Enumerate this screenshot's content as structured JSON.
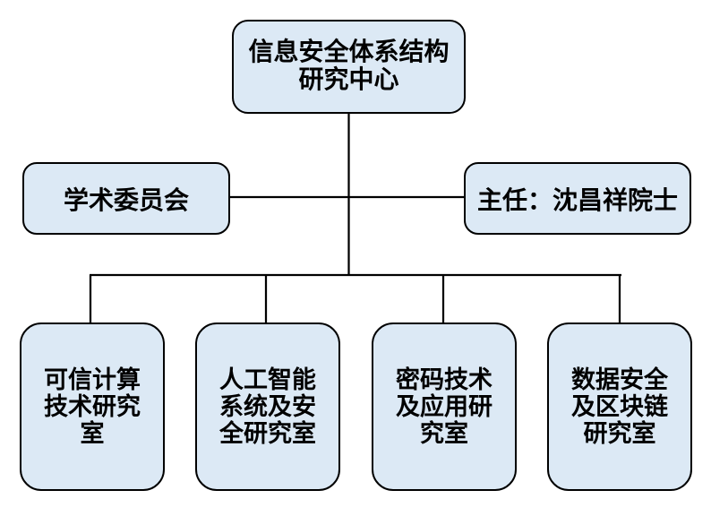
{
  "diagram": {
    "type": "org-chart",
    "root": {
      "label": "信息安全体系结构研究中心"
    },
    "committee": {
      "label": "学术委员会"
    },
    "director": {
      "label": "主任：沈昌祥院士"
    },
    "departments": [
      {
        "label": "可信计算技术研究室"
      },
      {
        "label": "人工智能系统及安全研究室"
      },
      {
        "label": "密码技术及应用研究室"
      },
      {
        "label": "数据安全及区块链研究室"
      }
    ],
    "colors": {
      "background": "#ffffff",
      "box_fill": "#dce9f5",
      "box_border": "#000000",
      "connector": "#000000",
      "text": "#000000"
    }
  }
}
